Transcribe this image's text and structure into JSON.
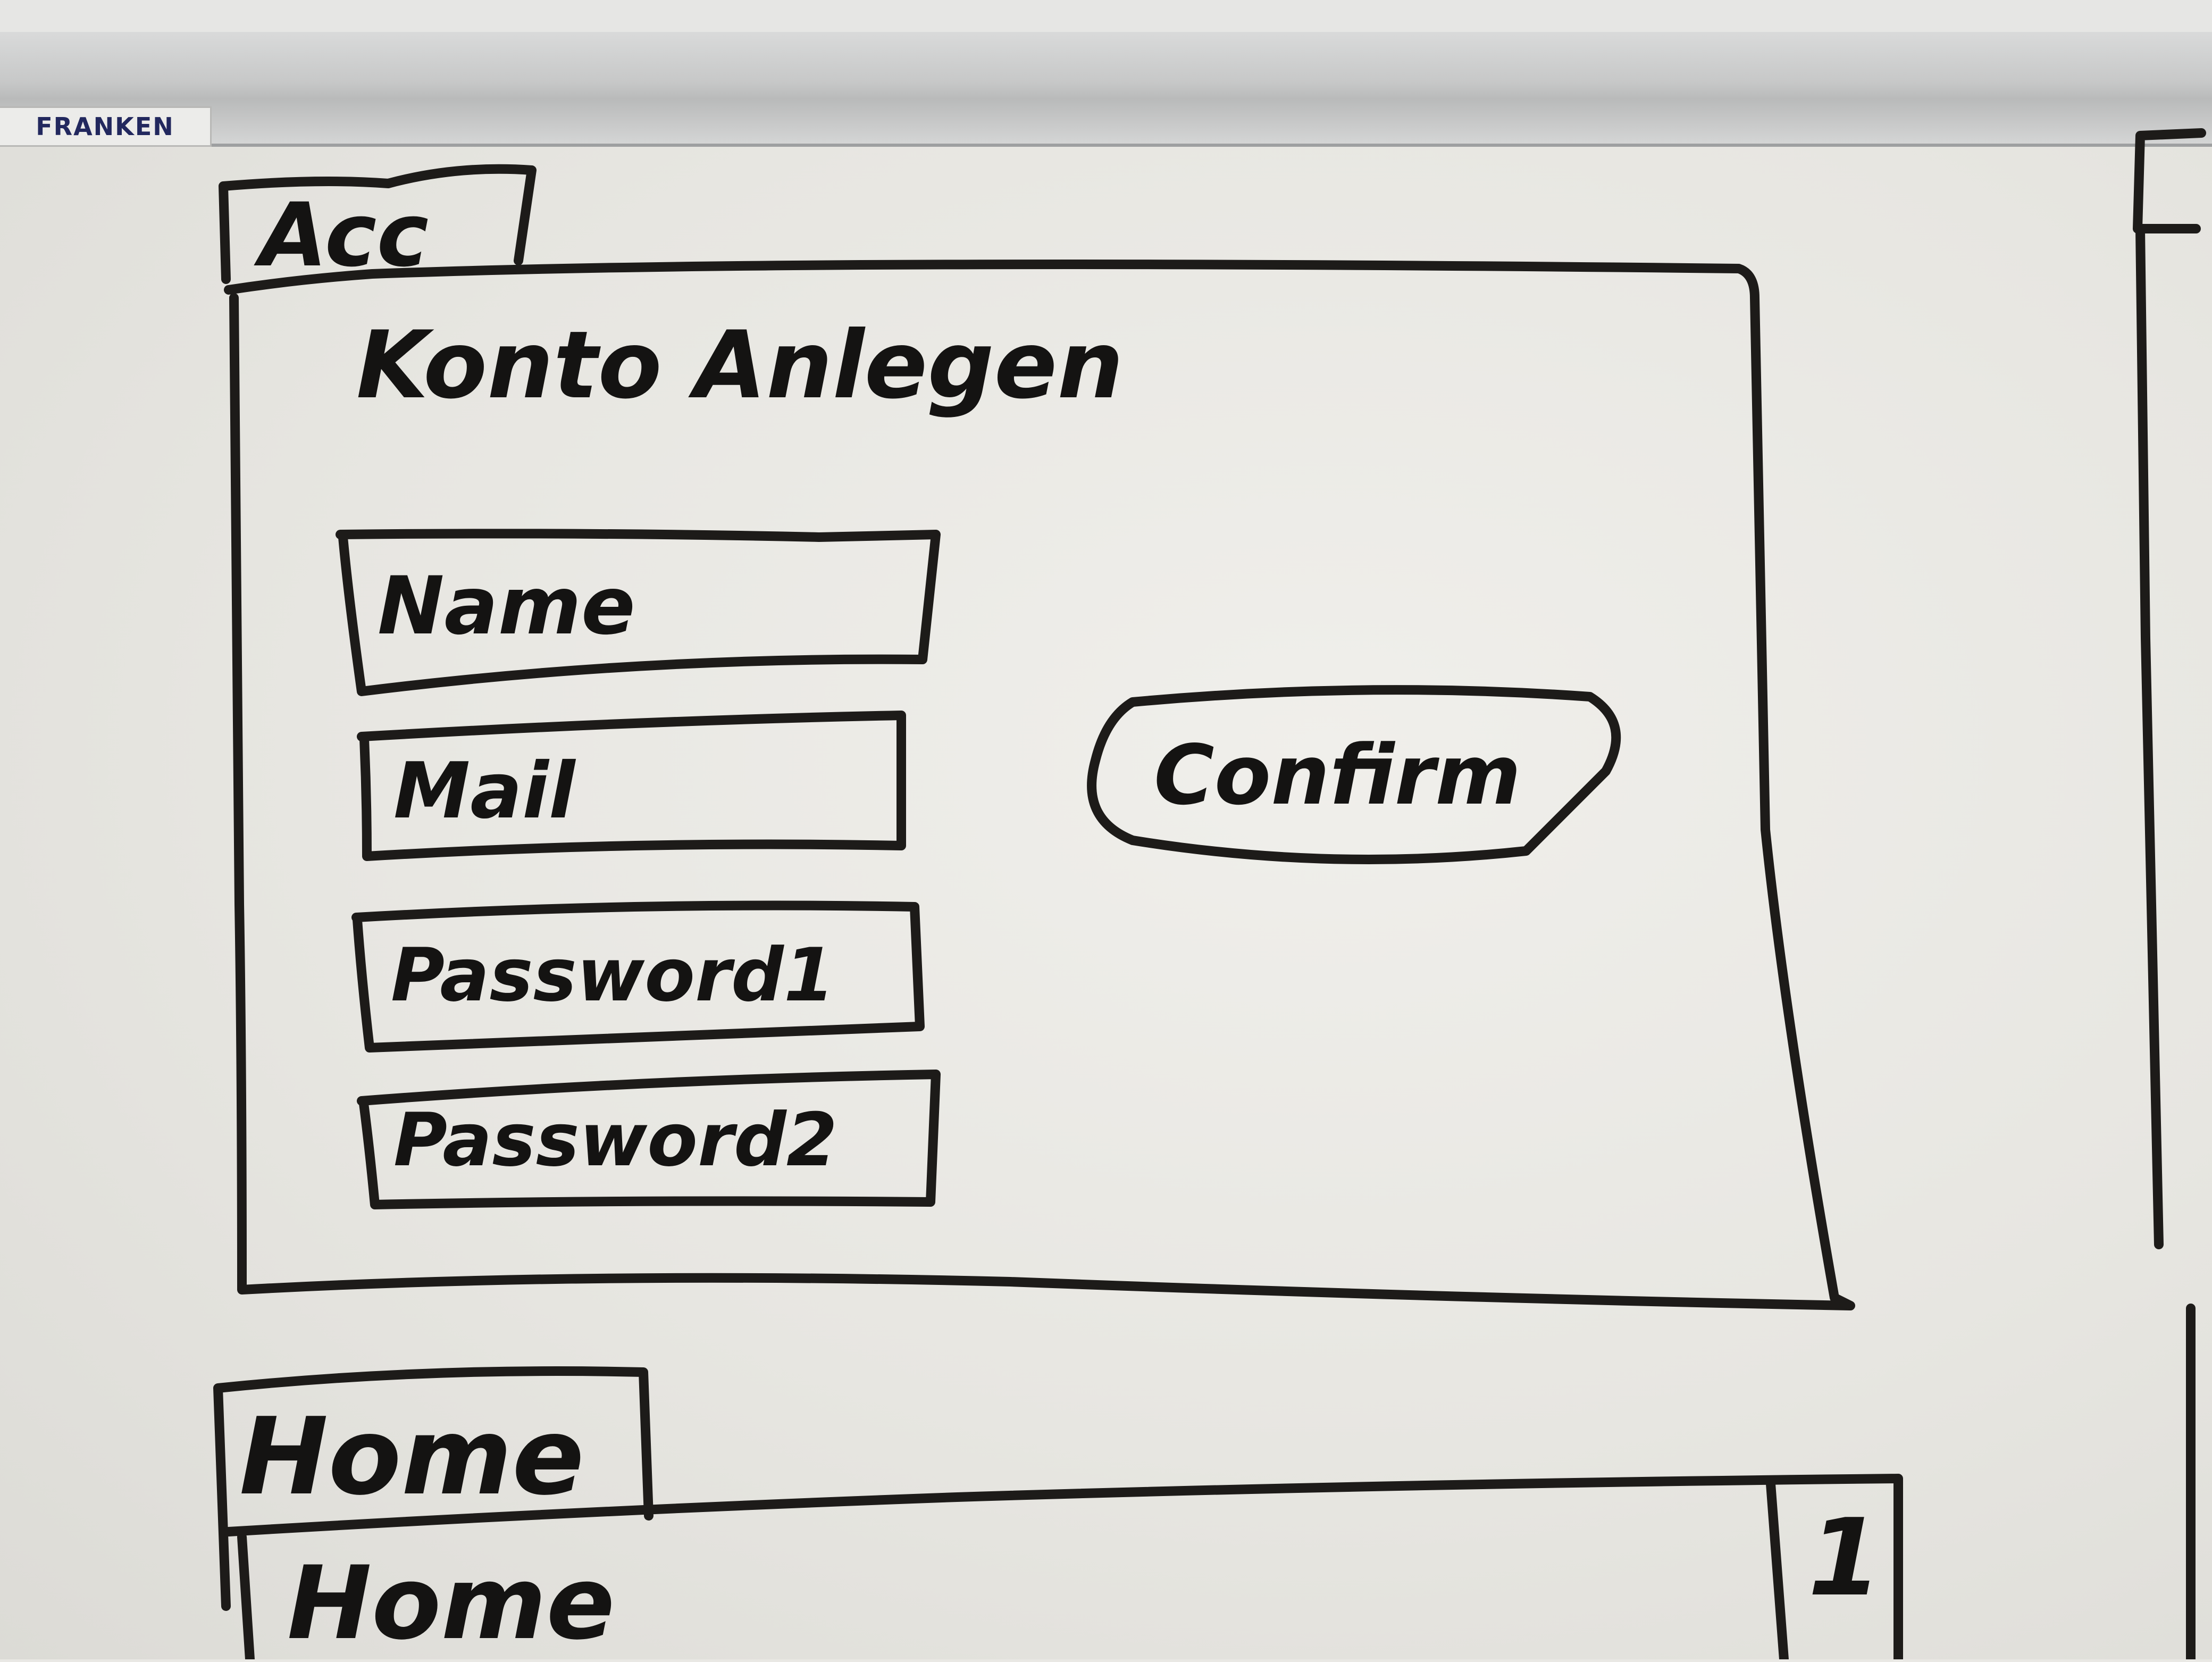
{
  "board": {
    "brand": "FRANKEN"
  },
  "account_screen": {
    "tab_label": "Acc",
    "title": "Konto Anlegen",
    "fields": [
      {
        "label": "Name"
      },
      {
        "label": "Mail"
      },
      {
        "label": "Password1"
      },
      {
        "label": "Password2"
      }
    ],
    "confirm_label": "Confirm"
  },
  "home_screen": {
    "tab_label": "Home",
    "title": "Home",
    "corner_mark": "1"
  },
  "colors": {
    "ink": "#1d1b19",
    "board": "#ecebe7",
    "brand_text": "#22285e"
  }
}
